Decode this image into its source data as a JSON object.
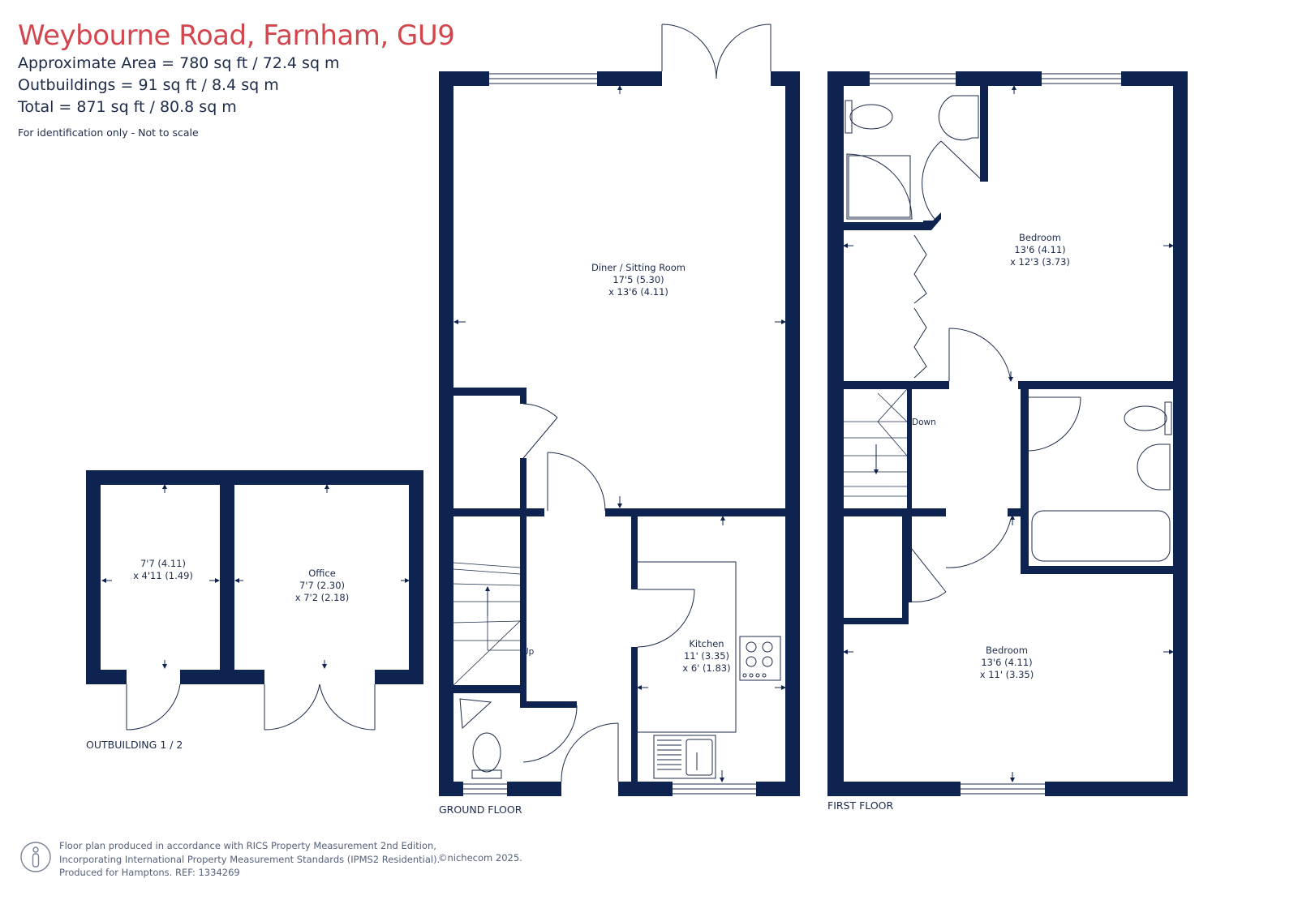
{
  "header": {
    "title": "Weybourne Road, Farnham, GU9",
    "approx_area": "Approximate Area = 780 sq ft / 72.4 sq m",
    "outbuildings": "Outbuildings = 91 sq ft / 8.4 sq m",
    "total": "Total = 871 sq ft / 80.8 sq m",
    "note": "For identification only - Not to scale"
  },
  "floors": {
    "outbuilding": "OUTBUILDING 1 / 2",
    "ground": "GROUND FLOOR",
    "first": "FIRST FLOOR"
  },
  "rooms": {
    "diner": {
      "name": "Diner / Sitting Room",
      "dim1": "17'5 (5.30)",
      "dim2": "x 13'6 (4.11)"
    },
    "kitchen": {
      "name": "Kitchen",
      "dim1": "11' (3.35)",
      "dim2": "x 6' (1.83)"
    },
    "outbuilding1": {
      "dim1": "7'7 (4.11)",
      "dim2": "x 4'11 (1.49)"
    },
    "office": {
      "name": "Office",
      "dim1": "7'7 (2.30)",
      "dim2": "x 7'2 (2.18)"
    },
    "bedroom1": {
      "name": "Bedroom",
      "dim1": "13'6 (4.11)",
      "dim2": "x 12'3 (3.73)"
    },
    "bedroom2": {
      "name": "Bedroom",
      "dim1": "13'6 (4.11)",
      "dim2": "x 11' (3.35)"
    }
  },
  "stairs": {
    "up": "Up",
    "down": "Down"
  },
  "footer": {
    "line1": "Floor plan produced in accordance with RICS Property Measurement 2nd Edition,",
    "line2": "Incorporating International Property Measurement Standards (IPMS2 Residential).",
    "line3": "Produced for Hamptons.   REF:  1334269",
    "copyright": "©nichecom 2025."
  },
  "colors": {
    "wall": "#0f2350",
    "title": "#d2474e",
    "text": "#1c2b4a"
  }
}
